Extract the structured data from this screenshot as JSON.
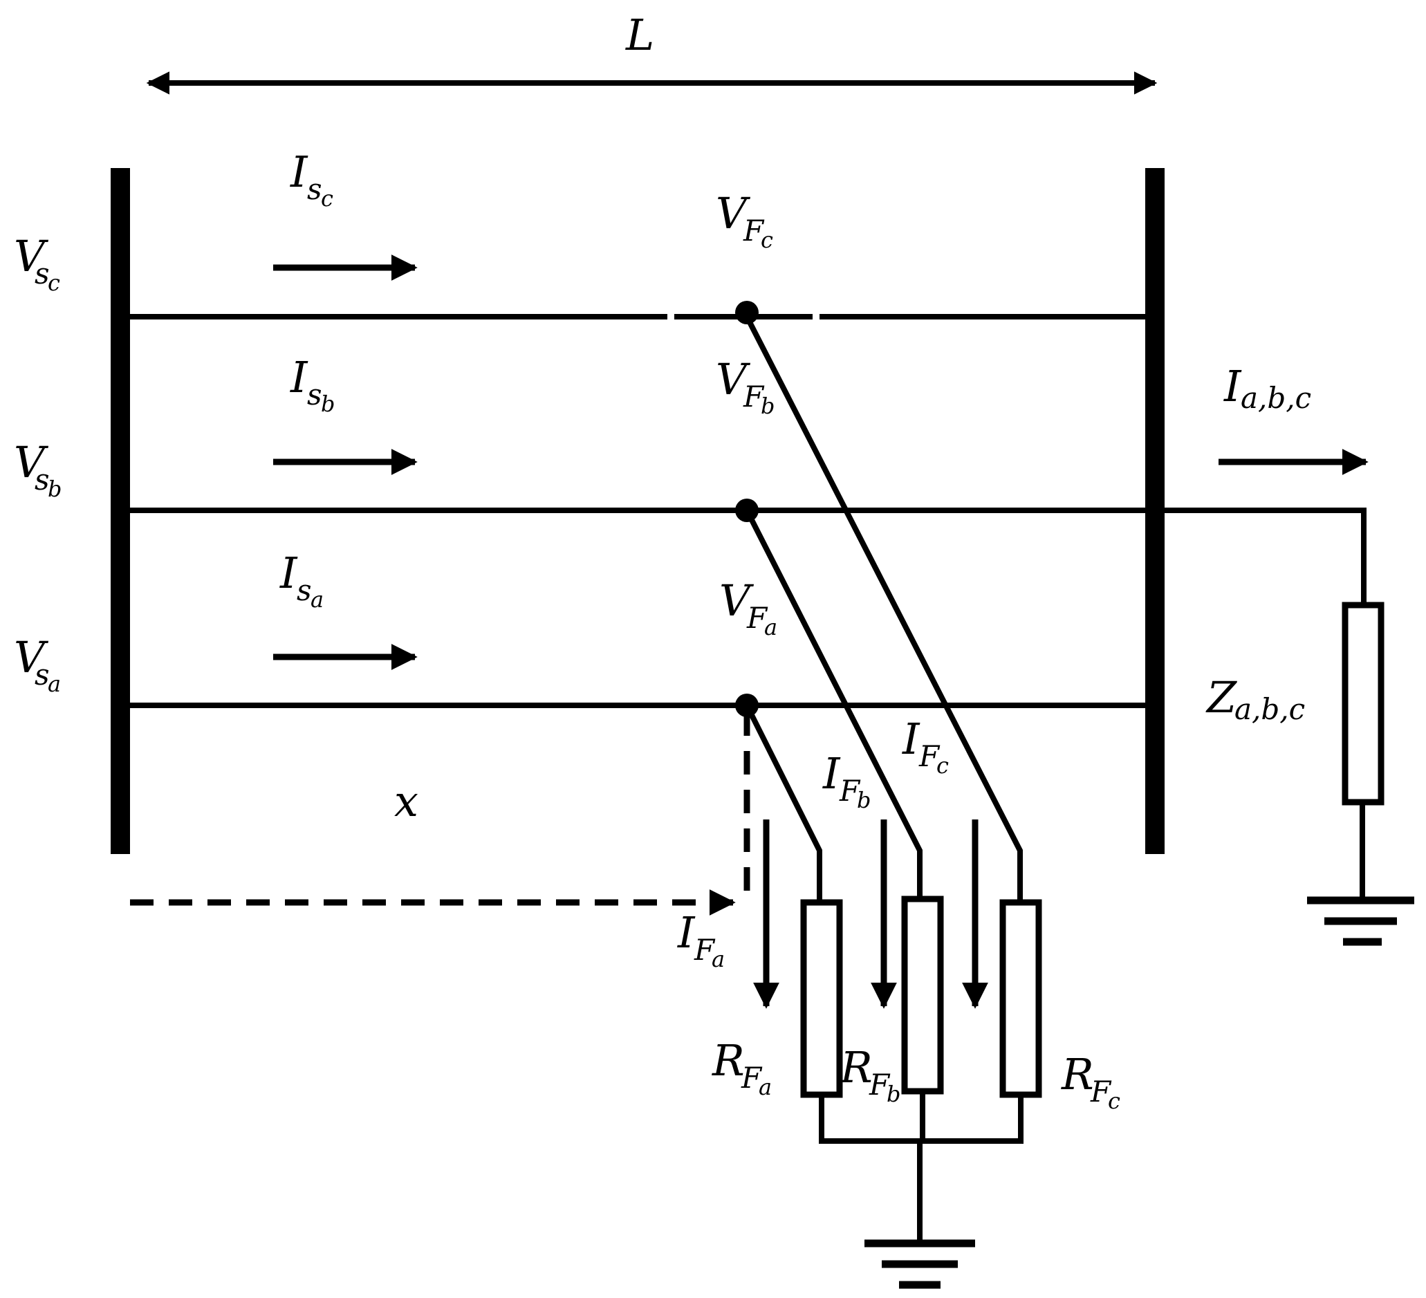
{
  "length_label": "L",
  "distance_label": "x",
  "sources": [
    {
      "phase": "c",
      "voltage": {
        "base": "V",
        "sub": "s",
        "subsub": "c"
      },
      "current": {
        "base": "I",
        "sub": "s",
        "subsub": "c"
      }
    },
    {
      "phase": "b",
      "voltage": {
        "base": "V",
        "sub": "s",
        "subsub": "b"
      },
      "current": {
        "base": "I",
        "sub": "s",
        "subsub": "b"
      }
    },
    {
      "phase": "a",
      "voltage": {
        "base": "V",
        "sub": "s",
        "subsub": "a"
      },
      "current": {
        "base": "I",
        "sub": "s",
        "subsub": "a"
      }
    }
  ],
  "fault_voltages": [
    {
      "phase": "c",
      "base": "V",
      "sub": "F",
      "subsub": "c"
    },
    {
      "phase": "b",
      "base": "V",
      "sub": "F",
      "subsub": "b"
    },
    {
      "phase": "a",
      "base": "V",
      "sub": "F",
      "subsub": "a"
    }
  ],
  "fault_currents": [
    {
      "phase": "a",
      "base": "I",
      "sub": "F",
      "subsub": "a"
    },
    {
      "phase": "b",
      "base": "I",
      "sub": "F",
      "subsub": "b"
    },
    {
      "phase": "c",
      "base": "I",
      "sub": "F",
      "subsub": "c"
    }
  ],
  "fault_resistances": [
    {
      "phase": "a",
      "base": "R",
      "sub": "F",
      "subsub": "a"
    },
    {
      "phase": "b",
      "base": "R",
      "sub": "F",
      "subsub": "b"
    },
    {
      "phase": "c",
      "base": "R",
      "sub": "F",
      "subsub": "c"
    }
  ],
  "load": {
    "current": {
      "base": "I",
      "sub": "a,b,c"
    },
    "impedance": {
      "base": "Z",
      "sub": "a,b,c"
    }
  },
  "colors": {
    "stroke": "#000000",
    "background": "#ffffff"
  }
}
